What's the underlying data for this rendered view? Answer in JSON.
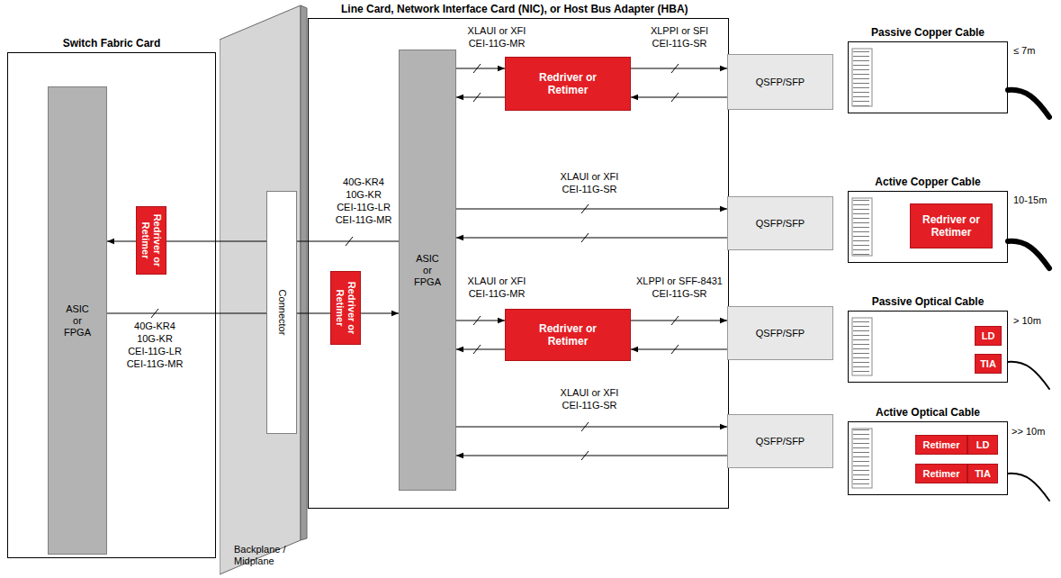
{
  "diagram": {
    "nodes": [
      {
        "text": [
          "Switch Fabric Card"
        ]
      },
      {
        "text": [
          "ASIC or FPGA"
        ],
        "in": 0
      },
      {
        "text": [
          "Redriver or Retimer"
        ],
        "in": 0
      },
      {
        "text": [
          "Backplane / Midplane"
        ]
      },
      {
        "text": [
          "Connector"
        ],
        "in": 3
      },
      {
        "text": [
          "Line Card, Network Interface Card (NIC), or Host Bus Adapter (HBA)"
        ]
      },
      {
        "text": [
          "Redriver or Retimer"
        ],
        "in": 5
      },
      {
        "text": [
          "ASIC or FPGA"
        ],
        "in": 5
      },
      {
        "text": [
          "Redriver or Retimer"
        ],
        "in": 5
      },
      {
        "text": [
          "Redriver or Retimer"
        ],
        "in": 5
      },
      {
        "text": [
          "QSFP/SFP"
        ]
      },
      {
        "text": [
          "QSFP/SFP"
        ]
      },
      {
        "text": [
          "QSFP/SFP"
        ]
      },
      {
        "text": [
          "QSFP/SFP"
        ]
      },
      {
        "text": [
          "Passive Copper Cable"
        ]
      },
      {
        "text": [
          "Active Copper Cable"
        ]
      },
      {
        "text": [
          "Redriver or Retimer"
        ],
        "in": 15
      },
      {
        "text": [
          "Passive Optical Cable"
        ]
      },
      {
        "text": [
          "LD"
        ],
        "in": 17
      },
      {
        "text": [
          "TIA"
        ],
        "in": 17
      },
      {
        "text": [
          "Active Optical Cable"
        ]
      },
      {
        "text": [
          "Retimer"
        ],
        "in": 20
      },
      {
        "text": [
          "LD"
        ],
        "in": 20
      },
      {
        "text": [
          "Retimer"
        ],
        "in": 20
      },
      {
        "text": [
          "TIA"
        ],
        "in": 20
      }
    ],
    "edges": [
      {
        "from": 7,
        "to": 4,
        "arrow": "none"
      },
      {
        "from": 4,
        "to": 2,
        "arrow": "none"
      },
      {
        "from": 2,
        "to": 1,
        "arrow": "to"
      },
      {
        "from": 1,
        "to": 4,
        "arrow": "none"
      },
      {
        "from": 4,
        "to": 6,
        "arrow": "none"
      },
      {
        "from": 6,
        "to": 7,
        "arrow": "to"
      },
      {
        "from": 7,
        "to": 8,
        "arrow": "to"
      },
      {
        "from": 8,
        "to": 7,
        "arrow": "to"
      },
      {
        "from": 8,
        "to": 10,
        "arrow": "to"
      },
      {
        "from": 10,
        "to": 8,
        "arrow": "to"
      },
      {
        "from": 7,
        "to": 11,
        "arrow": "to"
      },
      {
        "from": 11,
        "to": 7,
        "arrow": "to"
      },
      {
        "from": 7,
        "to": 9,
        "arrow": "to"
      },
      {
        "from": 9,
        "to": 7,
        "arrow": "to"
      },
      {
        "from": 9,
        "to": 12,
        "arrow": "to"
      },
      {
        "from": 12,
        "to": 9,
        "arrow": "to"
      },
      {
        "from": 7,
        "to": 13,
        "arrow": "to"
      },
      {
        "from": 13,
        "to": 7,
        "arrow": "to"
      }
    ],
    "labels": [
      "40G-KR4",
      "10G-KR",
      "CEI-11G-LR",
      "CEI-11G-MR",
      "40G-KR4",
      "10G-KR",
      "CEI-11G-LR",
      "CEI-11G-MR",
      "XLAUI or XFI",
      "CEI-11G-MR",
      "XLPPI or SFI",
      "CEI-11G-SR",
      "XLAUI or XFI",
      "CEI-11G-SR",
      "XLAUI or XFI",
      "CEI-11G-MR",
      "XLPPI or SFF-8431",
      "CEI-11G-SR",
      "XLAUI or XFI",
      "CEI-11G-SR",
      "≤ 7m",
      "10-15m",
      "> 10m",
      ">> 10m"
    ]
  }
}
